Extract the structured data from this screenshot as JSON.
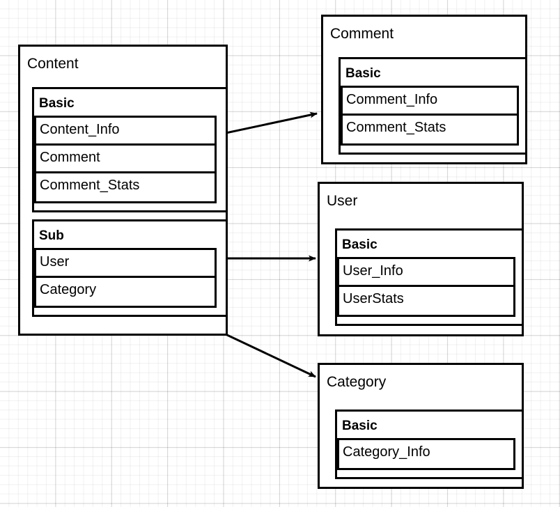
{
  "diagram": {
    "type": "uml-class-diagram",
    "background": "grid",
    "stroke_color": "#000000",
    "fill_color": "#ffffff",
    "classes": [
      {
        "id": "content",
        "name": "Content",
        "compartments": [
          {
            "title": "Basic",
            "attributes": [
              "Content_Info",
              "Comment",
              "Comment_Stats"
            ]
          },
          {
            "title": "Sub",
            "attributes": [
              "User",
              "Category"
            ]
          }
        ]
      },
      {
        "id": "comment",
        "name": "Comment",
        "compartments": [
          {
            "title": "Basic",
            "attributes": [
              "Comment_Info",
              "Comment_Stats"
            ]
          }
        ]
      },
      {
        "id": "user",
        "name": "User",
        "compartments": [
          {
            "title": "Basic",
            "attributes": [
              "User_Info",
              "UserStats"
            ]
          }
        ]
      },
      {
        "id": "category",
        "name": "Category",
        "compartments": [
          {
            "title": "Basic",
            "attributes": [
              "Category_Info"
            ]
          }
        ]
      }
    ],
    "edges": [
      {
        "id": "content-to-comment",
        "from": "content",
        "to": "comment",
        "style": "solid-arrow"
      },
      {
        "id": "content-to-user",
        "from": "content",
        "to": "user",
        "style": "solid-arrow"
      },
      {
        "id": "content-to-category",
        "from": "content",
        "to": "category",
        "style": "solid-arrow"
      }
    ]
  }
}
